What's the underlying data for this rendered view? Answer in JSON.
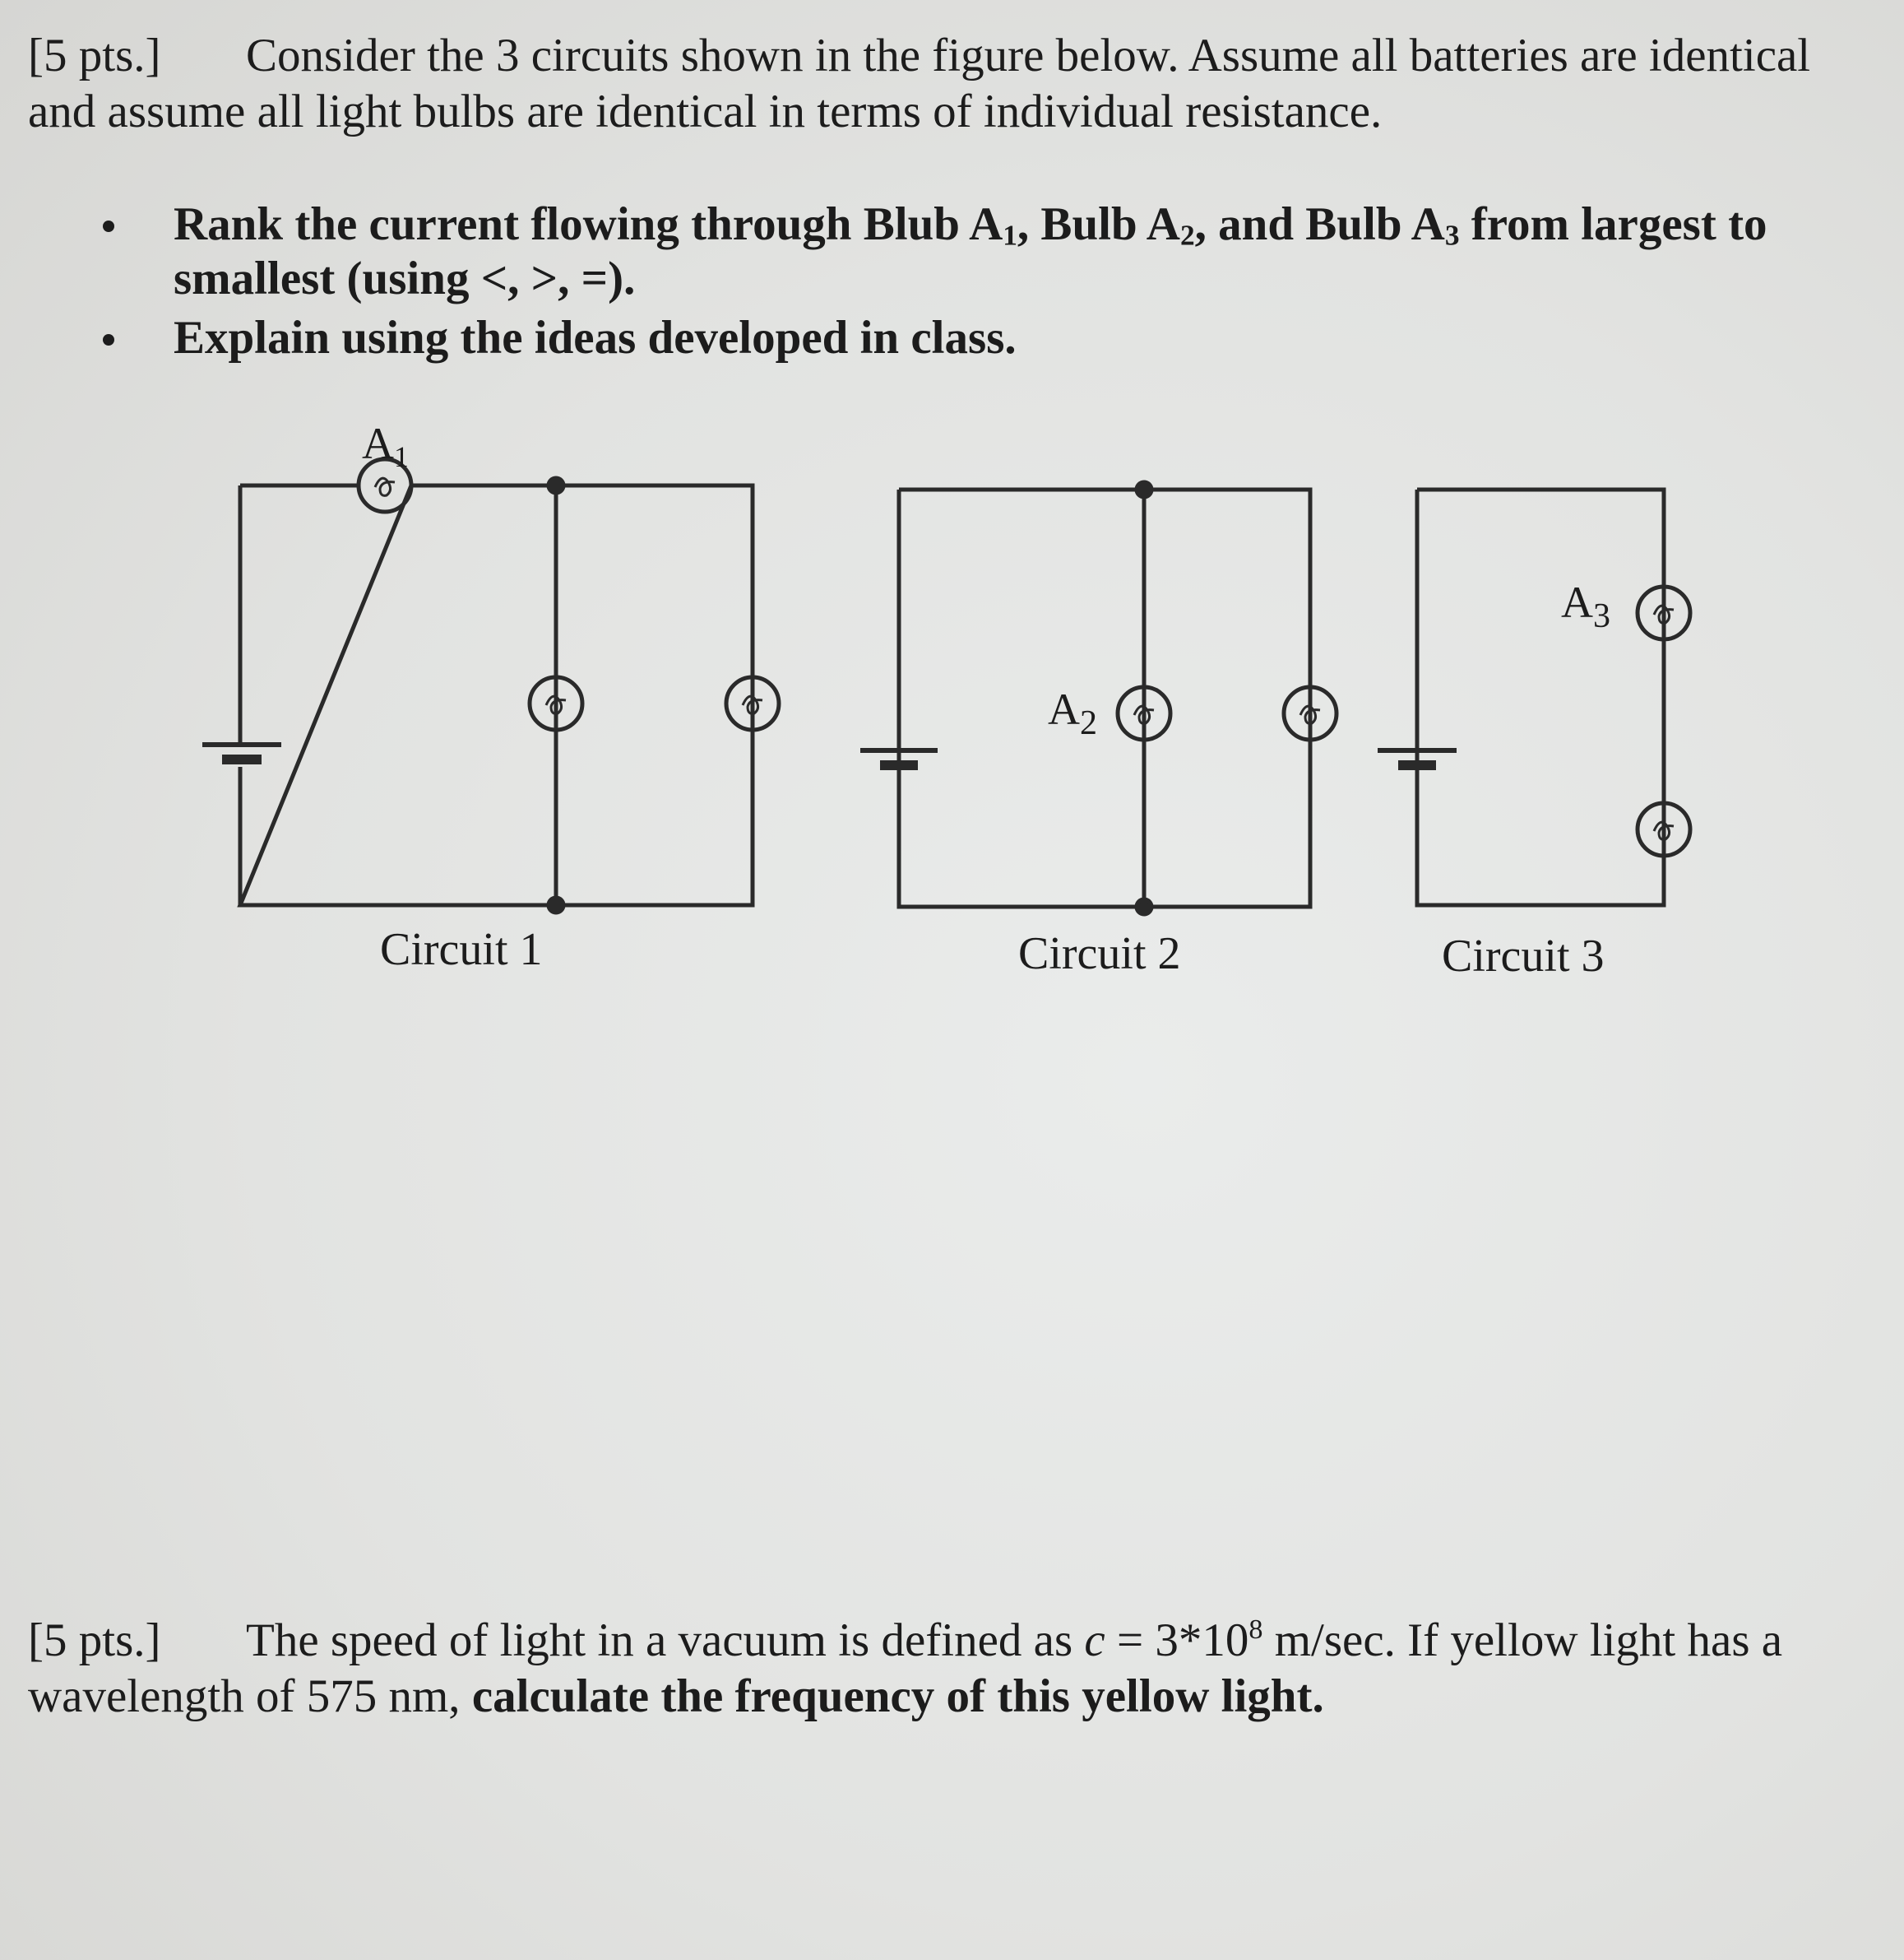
{
  "question1": {
    "points": "[5 pts.]",
    "prompt": "Consider the 3 circuits shown in the figure below. Assume all batteries are identical and assume all light bulbs are identical in terms of individual resistance.",
    "bullet1": {
      "pre": "Rank the current flowing through Blub A",
      "s1": "1",
      "mid1": ", Bulb A",
      "s2": "2",
      "mid2": ", and Bulb A",
      "s3": "3",
      "post": " from largest to smallest (using <, >, =)."
    },
    "bullet2": "Explain using the ideas developed in class."
  },
  "figure": {
    "circuit1": {
      "label": "Circuit 1",
      "bulb_letter": "A",
      "bulb_sub": "1"
    },
    "circuit2": {
      "label": "Circuit 2",
      "bulb_letter": "A",
      "bulb_sub": "2"
    },
    "circuit3": {
      "label": "Circuit 3",
      "bulb_letter": "A",
      "bulb_sub": "3"
    }
  },
  "question2": {
    "points": "[5 pts.]",
    "text_pre": "The speed of light in a vacuum is defined as ",
    "c_symbol": "c",
    "eq": " = 3*10",
    "exp": "8",
    "text_mid": " m/sec. If yellow light has a wavelength of 575 nm, ",
    "text_bold": "calculate the frequency of this yellow light."
  }
}
